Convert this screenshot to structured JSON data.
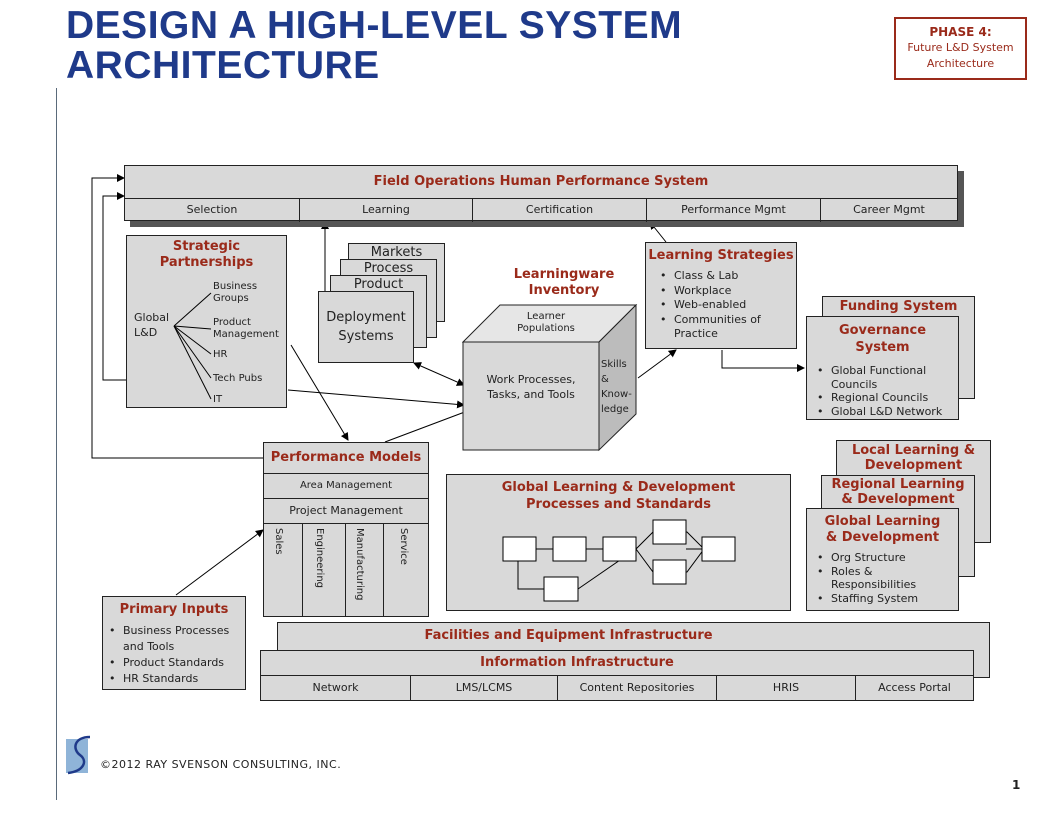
{
  "title": {
    "line1": "DESIGN A HIGH-LEVEL SYSTEM",
    "line2": "ARCHITECTURE"
  },
  "phase": {
    "label": "PHASE 4:",
    "line1": "Future L&D System",
    "line2": "Architecture"
  },
  "field_ops": {
    "title": "Field Operations Human Performance System",
    "cells": [
      "Selection",
      "Learning",
      "Certification",
      "Performance Mgmt",
      "Career Mgmt"
    ]
  },
  "strategic": {
    "title_l1": "Strategic",
    "title_l2": "Partnerships",
    "root_l1": "Global",
    "root_l2": "L&D",
    "branches": [
      "Business Groups",
      "Product Management",
      "HR",
      "Tech Pubs",
      "IT"
    ]
  },
  "deployment": {
    "stack": [
      "Markets",
      "Process",
      "Product"
    ],
    "front": "Deployment Systems"
  },
  "learningware": {
    "title_l1": "Learningware",
    "title_l2": "Inventory",
    "top": "Learner Populations",
    "front": "Work Processes, Tasks, and Tools",
    "side": "Skills & Know- ledge"
  },
  "learning_strategies": {
    "title": "Learning Strategies",
    "items": [
      "Class & Lab",
      "Workplace",
      "Web-enabled",
      "Communities of Practice"
    ]
  },
  "funding": {
    "title": "Funding System"
  },
  "governance": {
    "title_l1": "Governance",
    "title_l2": "System",
    "items": [
      "Global Functional Councils",
      "Regional Councils",
      "Global L&D Network"
    ]
  },
  "performance_models": {
    "title": "Performance Models",
    "rows": [
      "Area Management",
      "Project Management"
    ],
    "columns": [
      "Sales",
      "Engineering",
      "Manufacturing",
      "Service"
    ]
  },
  "global_processes": {
    "title_l1": "Global Learning & Development",
    "title_l2": "Processes and Standards"
  },
  "ld_stack": {
    "local_l1": "Local Learning &",
    "local_l2": "Development",
    "regional_l1": "Regional Learning",
    "regional_l2": "& Development",
    "global_l1": "Global Learning",
    "global_l2": "& Development",
    "items": [
      "Org Structure",
      "Roles & Responsibilities",
      "Staffing System"
    ]
  },
  "primary_inputs": {
    "title": "Primary Inputs",
    "items": [
      "Business Processes and Tools",
      "Product Standards",
      "HR Standards"
    ]
  },
  "facilities": {
    "title": "Facilities and Equipment Infrastructure"
  },
  "information": {
    "title": "Information Infrastructure",
    "cells": [
      "Network",
      "LMS/LCMS",
      "Content Repositories",
      "HRIS",
      "Access Portal"
    ]
  },
  "footer": {
    "copyright": "©2012 RAY SVENSON CONSULTING, INC.",
    "page": "1"
  },
  "colors": {
    "title": "#1f3a8a",
    "accent": "#9a2a1a",
    "box": "#d9d9d9"
  },
  "icons": {
    "logo": "s-logo-icon"
  }
}
